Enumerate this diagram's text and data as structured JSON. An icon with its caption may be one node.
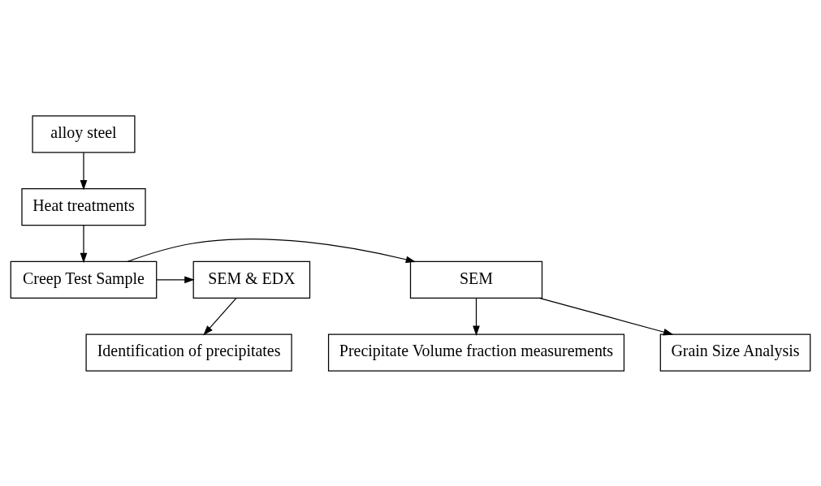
{
  "diagram": {
    "nodes": [
      {
        "text": [
          "alloy steel"
        ]
      },
      {
        "text": [
          "Heat treatments"
        ]
      },
      {
        "text": [
          "Creep Test Sample"
        ]
      },
      {
        "text": [
          "SEM"
        ]
      },
      {
        "text": [
          "SEM & EDX"
        ]
      },
      {
        "text": [
          "Grain Size Analysis"
        ]
      },
      {
        "text": [
          "Precipitate Volume fraction measurements"
        ]
      },
      {
        "text": [
          "Identification of precipitates"
        ]
      }
    ],
    "edges": [
      {
        "from": 0,
        "to": 1,
        "arrow": "to"
      },
      {
        "from": 1,
        "to": 2,
        "arrow": "to"
      },
      {
        "from": 2,
        "to": 3,
        "arrow": "to"
      },
      {
        "from": 2,
        "to": 4,
        "arrow": "to"
      },
      {
        "from": 3,
        "to": 5,
        "arrow": "to"
      },
      {
        "from": 3,
        "to": 6,
        "arrow": "to"
      },
      {
        "from": 4,
        "to": 7,
        "arrow": "to"
      }
    ]
  }
}
